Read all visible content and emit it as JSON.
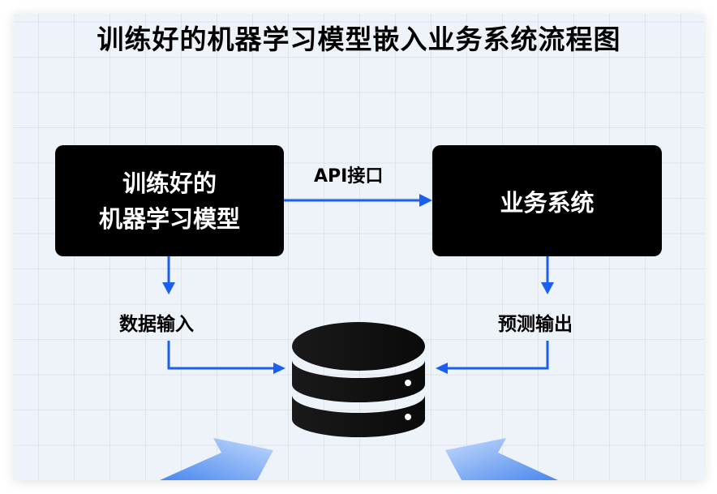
{
  "diagram": {
    "title": "训练好的机器学习模型嵌入业务系统流程图",
    "nodes": {
      "model": {
        "line1": "训练好的",
        "line2": "机器学习模型"
      },
      "business_system": {
        "label": "业务系统"
      },
      "database": {
        "icon": "database-icon"
      }
    },
    "edges": {
      "api": {
        "label": "API接口",
        "from": "model",
        "to": "business_system"
      },
      "data_input": {
        "label": "数据输入",
        "from": "model",
        "to": "database"
      },
      "prediction_output": {
        "label": "预测输出",
        "from": "business_system",
        "to": "database"
      }
    },
    "colors": {
      "arrow": "#1a5ff0",
      "node_fill": "#000000",
      "node_text": "#ffffff",
      "background": "#eef2f9",
      "accent_light": "#b9d3fb",
      "accent_dark": "#4a87ee"
    }
  }
}
